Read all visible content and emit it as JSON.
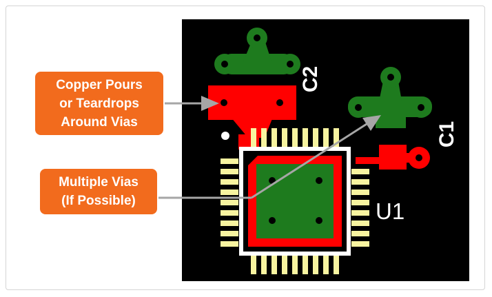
{
  "callouts": {
    "pours": [
      "Copper Pours",
      "or Teardrops",
      "Around Vias"
    ],
    "vias": [
      "Multiple Vias",
      "(If Possible)"
    ]
  },
  "silkscreen": {
    "c2": "C2",
    "c1": "C1",
    "u1": "U1"
  },
  "colors": {
    "board": "#000000",
    "top_copper": "#ff0000",
    "bottom_copper": "#1e7b1e",
    "pads": "#f8f4a0",
    "silkscreen": "#ffffff",
    "callout": "#f26b1d",
    "arrow": "#a6a6a6"
  }
}
